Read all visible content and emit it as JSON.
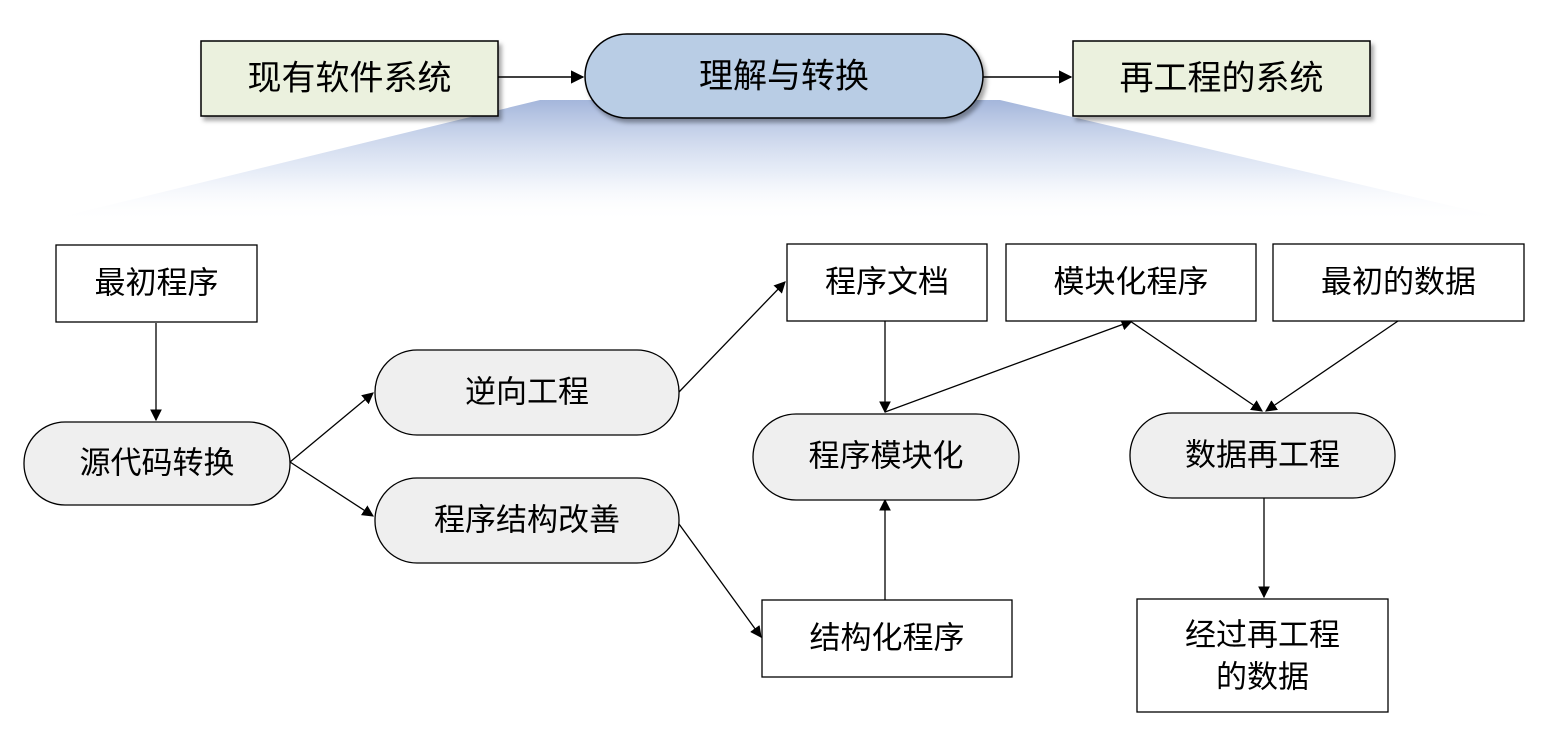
{
  "top_row": {
    "existing_system": "现有软件系统",
    "understand_transform": "理解与转换",
    "reengineered_system": "再工程的系统"
  },
  "nodes": {
    "initial_program": "最初程序",
    "source_code_transform": "源代码转换",
    "reverse_engineering": "逆向工程",
    "structure_improvement": "程序结构改善",
    "program_docs": "程序文档",
    "program_modularization": "程序模块化",
    "structured_program": "结构化程序",
    "modular_program": "模块化程序",
    "initial_data": "最初的数据",
    "data_reengineering": "数据再工程",
    "reengineered_data_line1": "经过再工程",
    "reengineered_data_line2": "的数据"
  },
  "colors": {
    "green_box": "#EBF1DE",
    "blue_pill": "#B9CDE5",
    "gray_pill": "#EFEFEF",
    "white_box": "#FFFFFF",
    "stroke": "#000000",
    "fan_top": "#9DB1D8"
  }
}
